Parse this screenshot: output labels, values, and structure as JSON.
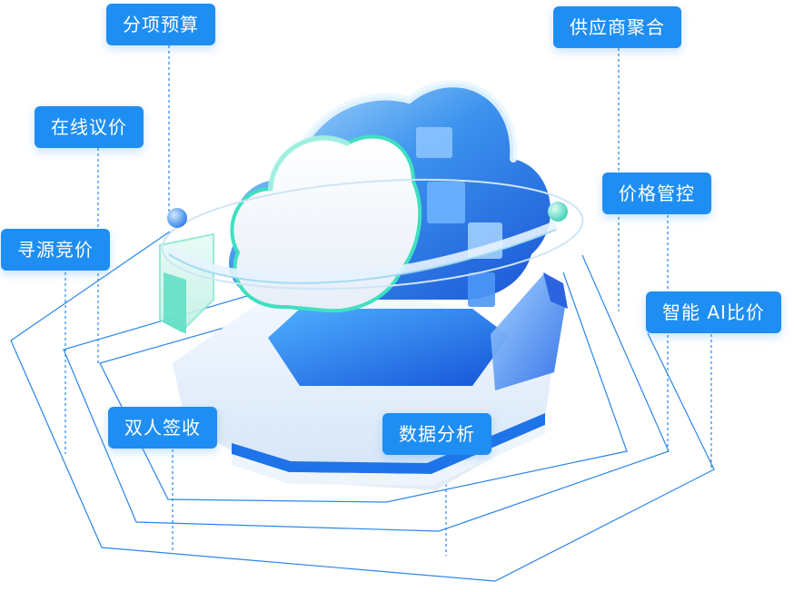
{
  "labels": {
    "budget": "分项预算",
    "supplier": "供应商聚合",
    "negotiation": "在线议价",
    "price_control": "价格管控",
    "sourcing": "寻源竞价",
    "ai_compare": "智能 AI比价",
    "dual_sign": "双人签收",
    "analysis": "数据分析"
  },
  "colors": {
    "tag_bg": "#1f8ef2",
    "line": "#2a86e8",
    "cloud_blue": "#1e6fe0",
    "glass": "#dff3ff",
    "accent_green": "#38e0c4"
  }
}
